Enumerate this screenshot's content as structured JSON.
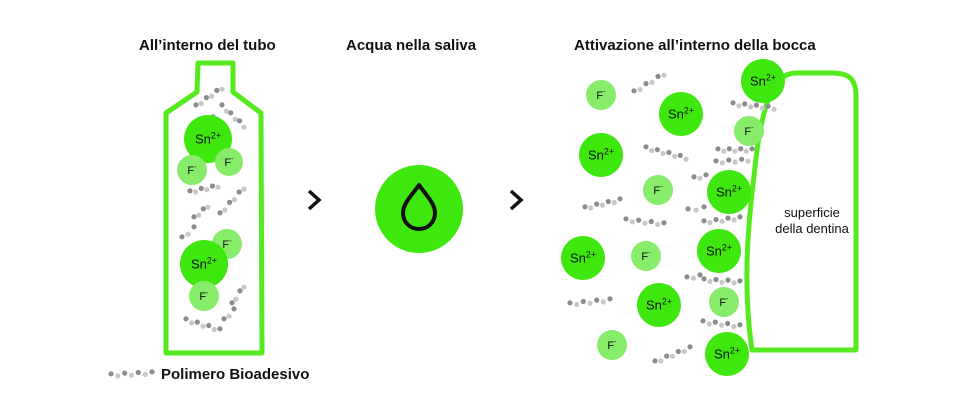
{
  "headings": {
    "tube": "All’interno del tubo",
    "saliva": "Acqua nella saliva",
    "mouth": "Attivazione all’interno della bocca"
  },
  "dentin_label": [
    "superficie",
    "della dentina"
  ],
  "legend": {
    "polymer": "Polimero Bioadesivo"
  },
  "ions": {
    "tin_base": "Sn",
    "tin_charge": "2+",
    "fluoride_base": "F",
    "fluoride_charge": "-"
  },
  "icons": {
    "droplet": "water-drop-icon",
    "arrow": "chevron-right-icon"
  },
  "colors": {
    "tube_outline": "#55ea1e",
    "tin_ion": "#3ee70e",
    "fluoride_ion": "#86ec6a",
    "droplet_bg": "#3ee70e",
    "polymer_dot": "#8c8c8c",
    "polymer_dot_light": "#c8c8c8"
  }
}
